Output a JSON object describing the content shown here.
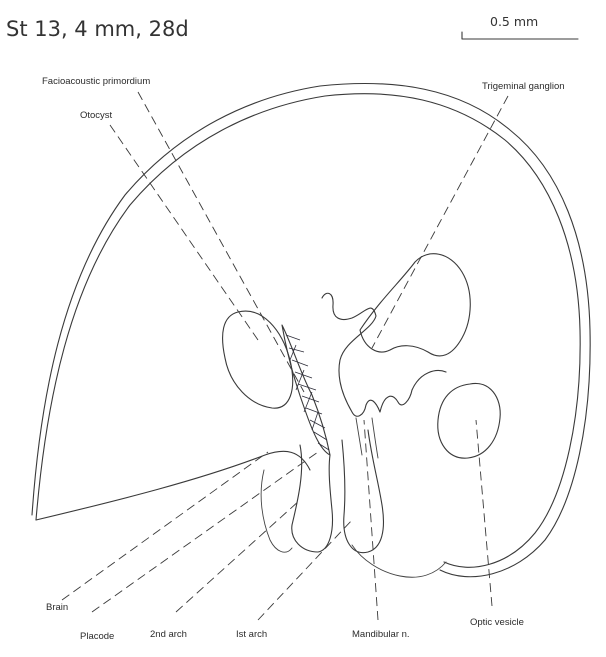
{
  "header": {
    "stage": "St 13, 4 mm, 28d",
    "scale_bar": "0.5 mm"
  },
  "labels": {
    "facioacoustic": "Facioacoustic primordium",
    "otocyst": "Otocyst",
    "trigeminal": "Trigeminal ganglion",
    "brain": "Brain",
    "placode": "Placode",
    "arch2": "2nd arch",
    "arch1": "Ist arch",
    "mandibular": "Mandibular n.",
    "optic": "Optic vesicle"
  },
  "colors": {
    "line": "#3a3a3a",
    "background": "#ffffff"
  }
}
